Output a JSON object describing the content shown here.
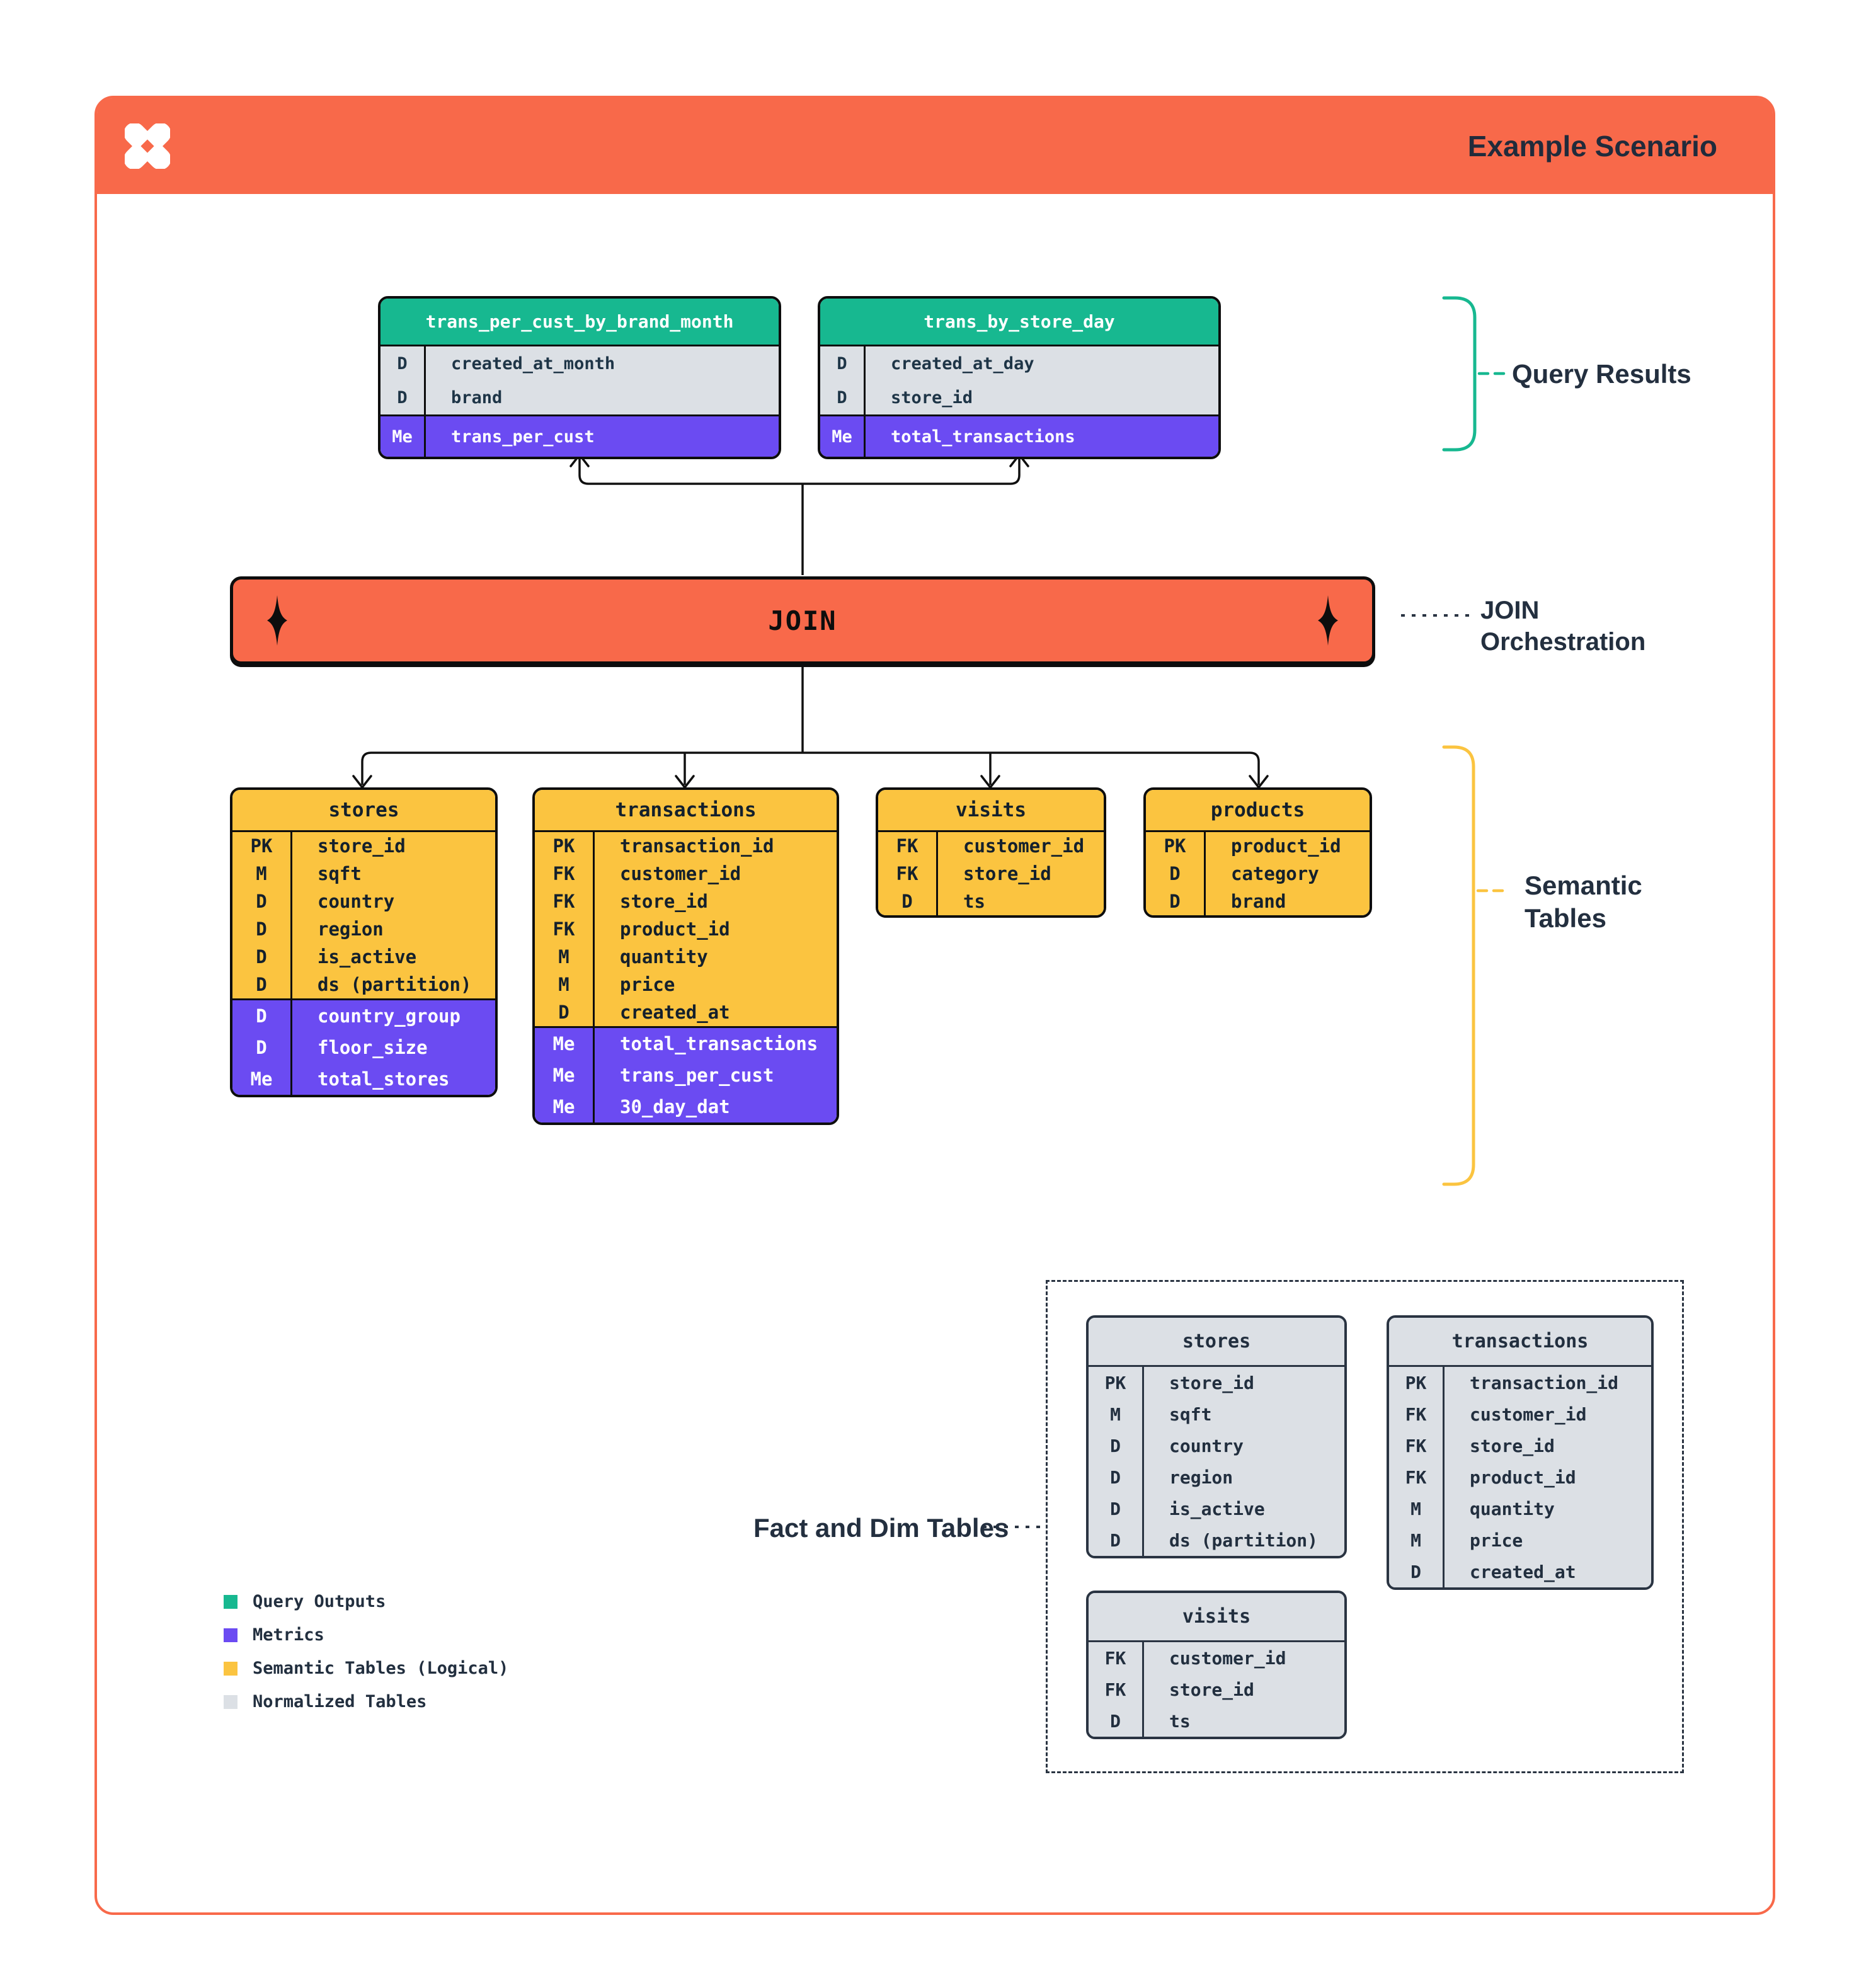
{
  "header": {
    "title": "Example Scenario"
  },
  "labels": {
    "query_results": "Query Results",
    "join_orchestration_line1": "JOIN",
    "join_orchestration_line2": "Orchestration",
    "semantic_tables_line1": "Semantic",
    "semantic_tables_line2": "Tables",
    "fact_dim": "Fact and Dim Tables"
  },
  "join_bar": {
    "label": "JOIN"
  },
  "colors": {
    "orange": "#F8694A",
    "green": "#17B890",
    "purple": "#6B4BF2",
    "yellow": "#FBC440",
    "gray_row": "#DCE0E5",
    "ink": "#0D0D0D",
    "navy": "#232F3F"
  },
  "query_result_tables": [
    {
      "title": "trans_per_cust_by_brand_month",
      "cols": [
        [
          "D",
          "created_at_month"
        ],
        [
          "D",
          "brand"
        ]
      ],
      "metrics": [
        [
          "Me",
          "trans_per_cust"
        ]
      ]
    },
    {
      "title": "trans_by_store_day",
      "cols": [
        [
          "D",
          "created_at_day"
        ],
        [
          "D",
          "store_id"
        ]
      ],
      "metrics": [
        [
          "Me",
          "total_transactions"
        ]
      ]
    }
  ],
  "semantic_tables": [
    {
      "title": "stores",
      "cols": [
        [
          "PK",
          "store_id"
        ],
        [
          "M",
          "sqft"
        ],
        [
          "D",
          "country"
        ],
        [
          "D",
          "region"
        ],
        [
          "D",
          "is_active"
        ],
        [
          "D",
          "ds (partition)"
        ]
      ],
      "metrics": [
        [
          "D",
          "country_group"
        ],
        [
          "D",
          "floor_size"
        ],
        [
          "Me",
          "total_stores"
        ]
      ]
    },
    {
      "title": "transactions",
      "cols": [
        [
          "PK",
          "transaction_id"
        ],
        [
          "FK",
          "customer_id"
        ],
        [
          "FK",
          "store_id"
        ],
        [
          "FK",
          "product_id"
        ],
        [
          "M",
          "quantity"
        ],
        [
          "M",
          "price"
        ],
        [
          "D",
          "created_at"
        ]
      ],
      "metrics": [
        [
          "Me",
          "total_transactions"
        ],
        [
          "Me",
          "trans_per_cust"
        ],
        [
          "Me",
          "30_day_dat"
        ]
      ]
    },
    {
      "title": "visits",
      "cols": [
        [
          "FK",
          "customer_id"
        ],
        [
          "FK",
          "store_id"
        ],
        [
          "D",
          "ts"
        ]
      ],
      "metrics": []
    },
    {
      "title": "products",
      "cols": [
        [
          "PK",
          "product_id"
        ],
        [
          "D",
          "category"
        ],
        [
          "D",
          "brand"
        ]
      ],
      "metrics": []
    }
  ],
  "normalized_tables": [
    {
      "title": "stores",
      "cols": [
        [
          "PK",
          "store_id"
        ],
        [
          "M",
          "sqft"
        ],
        [
          "D",
          "country"
        ],
        [
          "D",
          "region"
        ],
        [
          "D",
          "is_active"
        ],
        [
          "D",
          "ds (partition)"
        ]
      ]
    },
    {
      "title": "transactions",
      "cols": [
        [
          "PK",
          "transaction_id"
        ],
        [
          "FK",
          "customer_id"
        ],
        [
          "FK",
          "store_id"
        ],
        [
          "FK",
          "product_id"
        ],
        [
          "M",
          "quantity"
        ],
        [
          "M",
          "price"
        ],
        [
          "D",
          "created_at"
        ]
      ]
    },
    {
      "title": "visits",
      "cols": [
        [
          "FK",
          "customer_id"
        ],
        [
          "FK",
          "store_id"
        ],
        [
          "D",
          "ts"
        ]
      ]
    }
  ],
  "legend": [
    {
      "swatch": "#17B890",
      "label": "Query Outputs"
    },
    {
      "swatch": "#6B4BF2",
      "label": "Metrics"
    },
    {
      "swatch": "#FBC440",
      "label": "Semantic Tables (Logical)"
    },
    {
      "swatch": "#DCE0E5",
      "label": "Normalized Tables"
    }
  ]
}
